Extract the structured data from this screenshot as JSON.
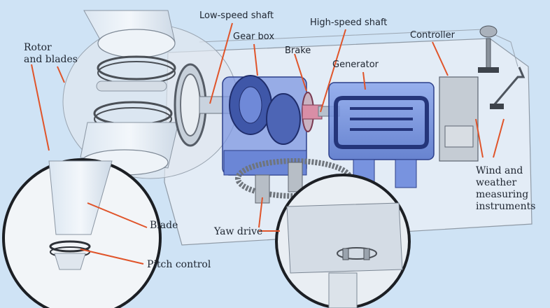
{
  "labels": {
    "rotor_and_blades_line1": "Rotor",
    "rotor_and_blades_line2": "and blades",
    "low_speed_shaft": "Low-speed shaft",
    "high_speed_shaft": "High-speed shaft",
    "gear_box": "Gear box",
    "brake": "Brake",
    "generator": "Generator",
    "controller": "Controller",
    "wind_line1": "Wind and",
    "wind_line2": "weather",
    "wind_line3": "measuring",
    "wind_line4": "instruments",
    "blade": "Blade",
    "pitch_control": "Pitch control",
    "yaw_drive": "Yaw drive"
  },
  "colors": {
    "background": "#cfe3f5",
    "leader_line": "#e0542a",
    "housing_fill": "#e8eef4",
    "component_blue": "#5b7fd6",
    "component_dark": "#2c3f8a",
    "gear_gray": "#8a8f96"
  }
}
